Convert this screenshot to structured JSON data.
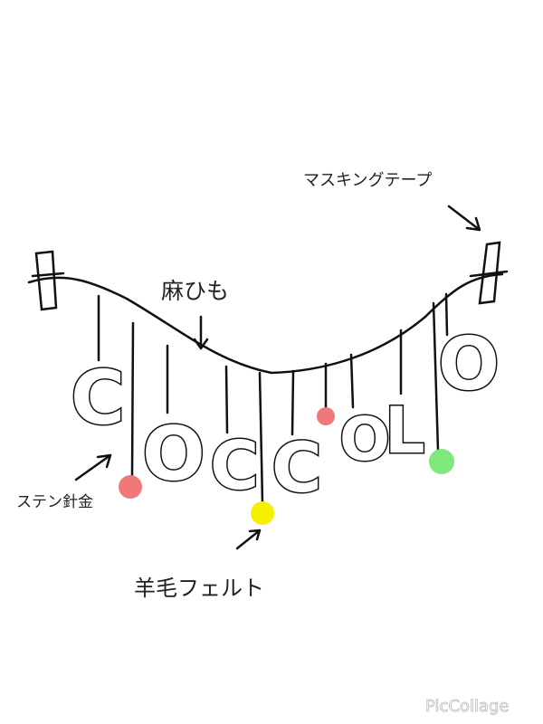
{
  "labels": {
    "masking_tape": "マスキングテープ",
    "hemp_string": "麻ひも",
    "steel_wire": "ステン針金",
    "wool_felt": "羊毛フェルト"
  },
  "garland_letters": [
    "C",
    "O",
    "C",
    "C",
    "O",
    "L",
    "O"
  ],
  "watermark": "PicCollage",
  "colors": {
    "felt_red": "#f07878",
    "felt_yellow": "#f5f000",
    "felt_green": "#7ee87a",
    "line": "#111111"
  }
}
